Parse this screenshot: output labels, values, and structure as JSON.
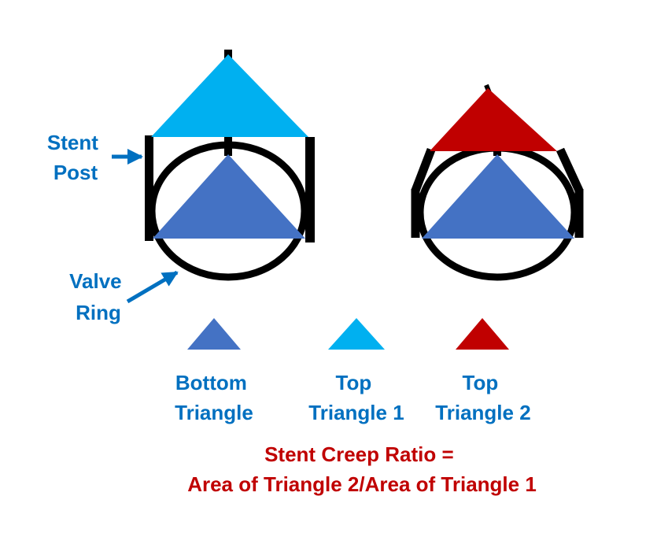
{
  "labels": {
    "stent_post": [
      "Stent",
      "Post"
    ],
    "valve_ring": [
      "Valve",
      "Ring"
    ],
    "legend_bottom": [
      "Bottom",
      "Triangle"
    ],
    "legend_top1": [
      "Top",
      "Triangle 1"
    ],
    "legend_top2": [
      "Top",
      "Triangle 2"
    ],
    "formula": [
      "Stent Creep Ratio =",
      "Area of Triangle 2/Area of Triangle 1"
    ]
  },
  "colors": {
    "bottom_triangle": "#4472C4",
    "top_triangle_1": "#00B0F0",
    "top_triangle_2": "#C00000",
    "label_blue": "#0070C0",
    "formula_red": "#C00000",
    "outline": "#000000"
  }
}
